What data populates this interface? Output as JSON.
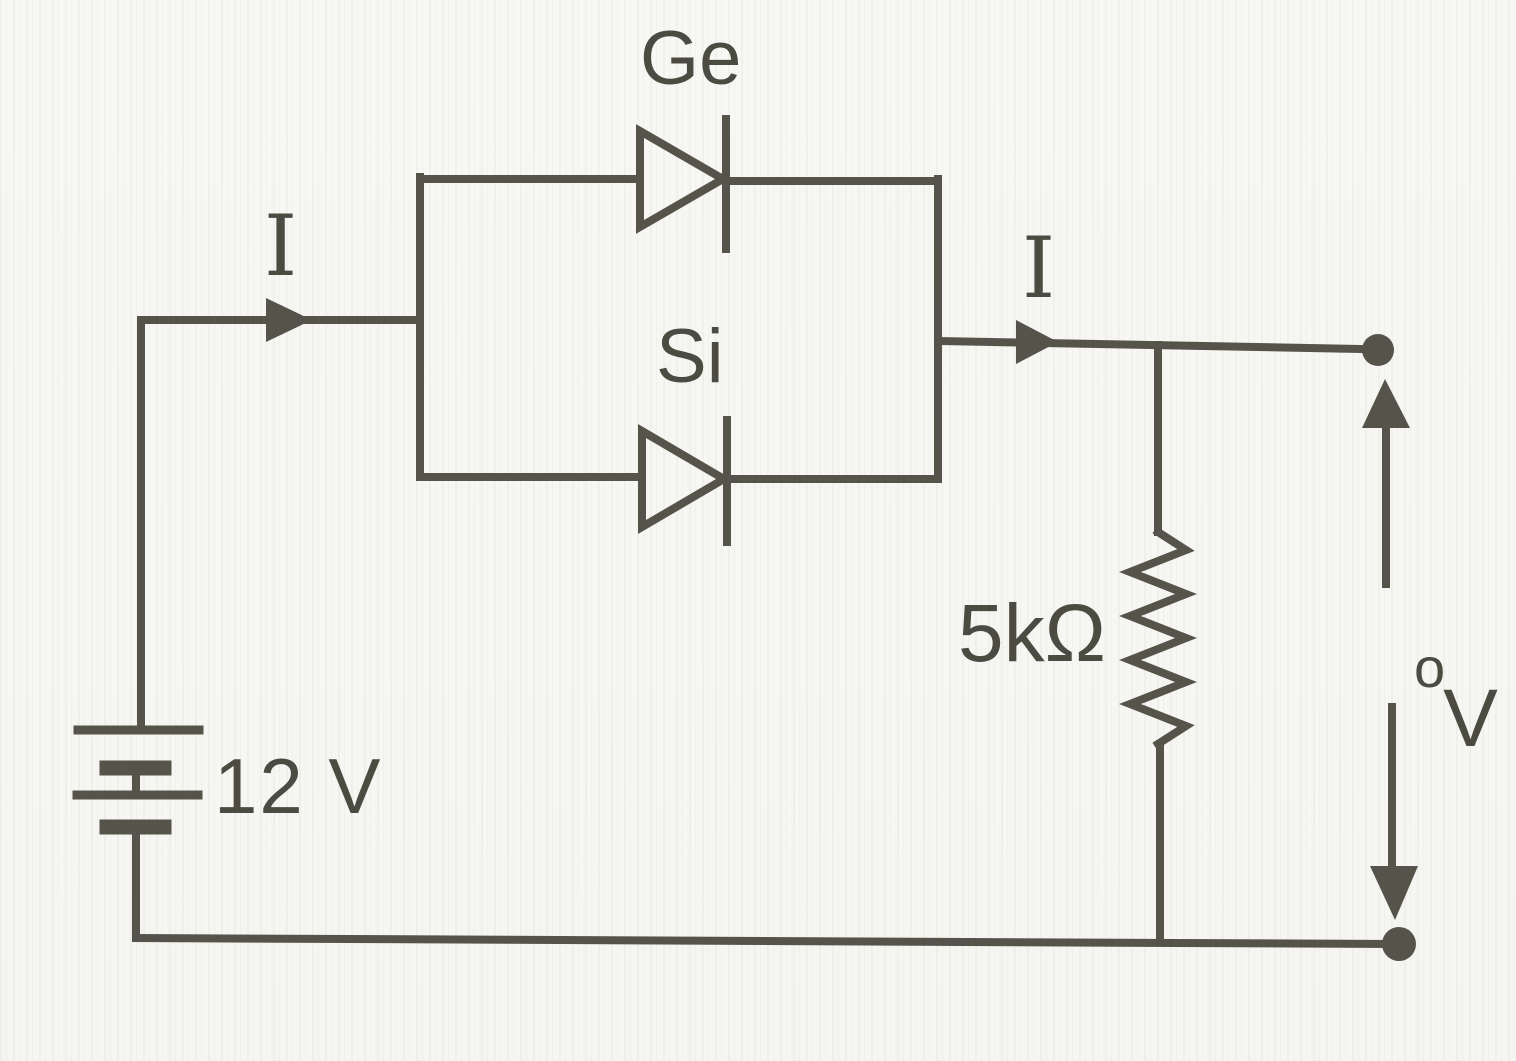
{
  "labels": {
    "top_diode": "Ge",
    "bottom_diode": "Si",
    "current_left": "I",
    "current_right": "I",
    "battery": "12 V",
    "resistor": "5kΩ",
    "output_v": "V",
    "output_v_sub": "o"
  },
  "colors": {
    "ink": "#55534a",
    "background": "#f6f6f2"
  }
}
